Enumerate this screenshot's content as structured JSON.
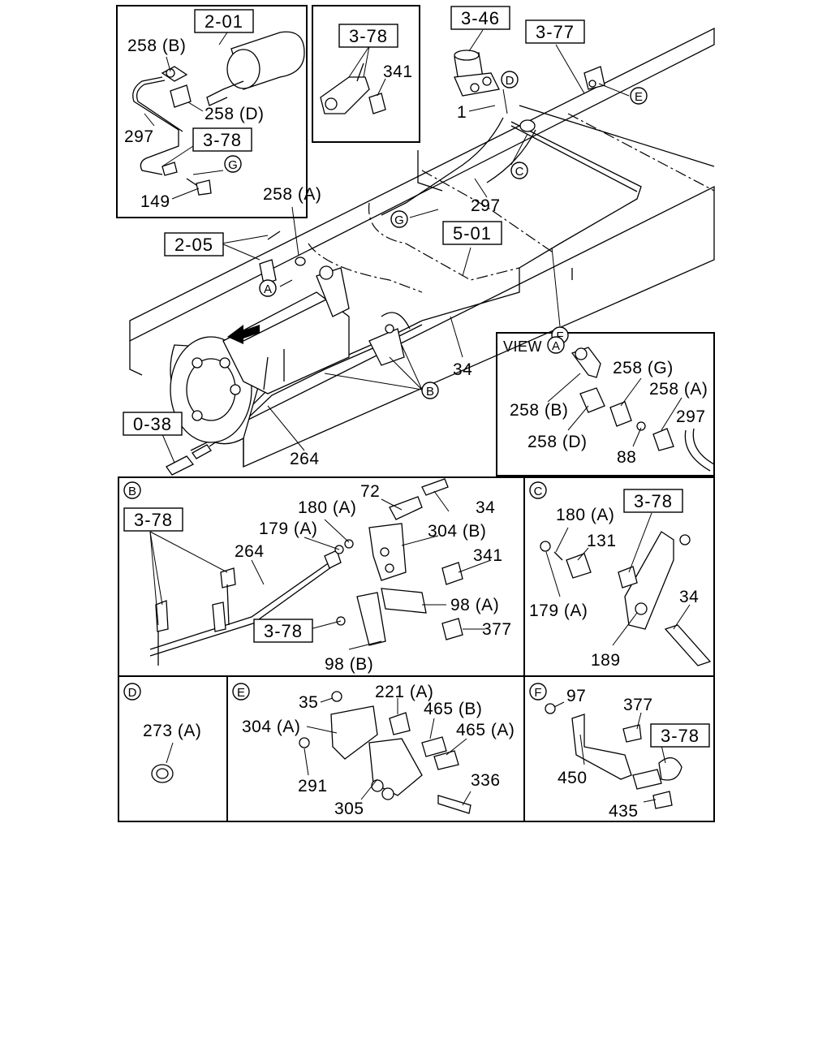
{
  "labels": {
    "l258b_top": "258 (B)",
    "l258d_top": "258 (D)",
    "l297_top": "297",
    "l149": "149",
    "l341_top": "341",
    "l1": "1",
    "l258a_mid": "258 (A)",
    "l297_mid": "297",
    "l34_main": "34",
    "l264_main": "264",
    "view_a": "VIEW",
    "l258g_v": "258 (G)",
    "l258a_v": "258 (A)",
    "l258b_v": "258 (B)",
    "l297_v": "297",
    "l258d_v": "258 (D)",
    "l88": "88",
    "lb_72": "72",
    "lb_34": "34",
    "lb_180a": "180 (A)",
    "lb_179a": "179 (A)",
    "lb_304b": "304 (B)",
    "lb_264": "264",
    "lb_341": "341",
    "lb_98a": "98 (A)",
    "lb_377": "377",
    "lb_98b": "98 (B)",
    "lc_180a": "180 (A)",
    "lc_131": "131",
    "lc_179a": "179 (A)",
    "lc_34": "34",
    "lc_189": "189",
    "ld_273a": "273 (A)",
    "le_35": "35",
    "le_221a": "221 (A)",
    "le_304a": "304 (A)",
    "le_465b": "465 (B)",
    "le_465a": "465 (A)",
    "le_291": "291",
    "le_336": "336",
    "le_305": "305",
    "lf_97": "97",
    "lf_377": "377",
    "lf_450": "450",
    "lf_435": "435"
  },
  "refs": {
    "r2_01": "2-01",
    "r3_78_top": "3-78",
    "r3_78_inset": "3-78",
    "r3_46": "3-46",
    "r3_77": "3-77",
    "r2_05": "2-05",
    "r5_01": "5-01",
    "r0_38": "0-38",
    "r3_78_b1": "3-78",
    "r3_78_b2": "3-78",
    "r3_78_c": "3-78",
    "r3_78_f": "3-78"
  },
  "markers": {
    "d": "D",
    "e": "E",
    "c": "C",
    "g": "G",
    "g2": "G",
    "a": "A",
    "f": "F",
    "b": "B",
    "va": "A",
    "pb": "B",
    "pc": "C",
    "pd": "D",
    "pe": "E",
    "pf": "F"
  }
}
